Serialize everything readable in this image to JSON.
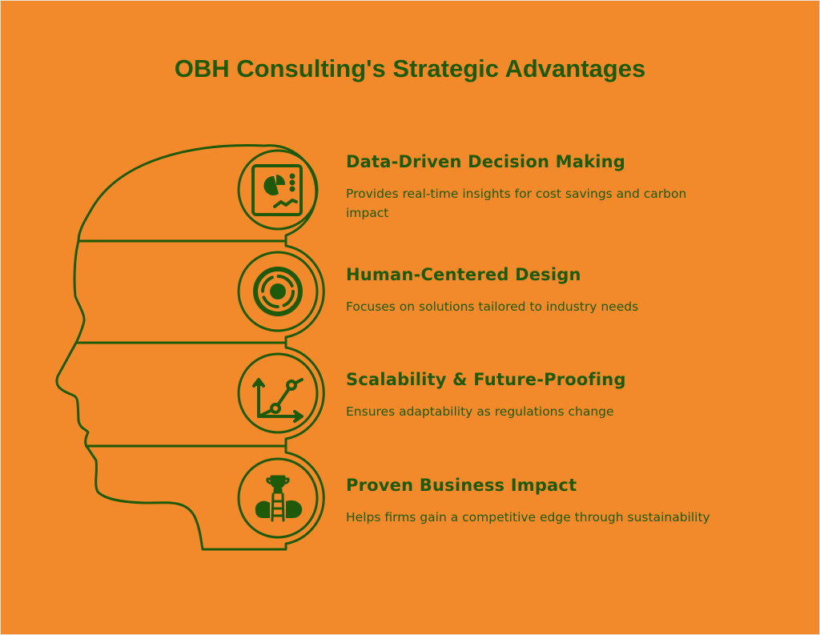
{
  "title": "OBH Consulting's Strategic Advantages",
  "colors": {
    "background": "#f28a2b",
    "accent": "#1e5a0a"
  },
  "items": [
    {
      "icon": "dashboard-chart-icon",
      "title": "Data-Driven Decision Making",
      "description": "Provides real-time insights for cost savings and carbon impact"
    },
    {
      "icon": "target-icon",
      "title": "Human-Centered Design",
      "description": "Focuses on solutions tailored to industry needs"
    },
    {
      "icon": "growth-graph-icon",
      "title": "Scalability & Future-Proofing",
      "description": "Ensures adaptability as regulations change"
    },
    {
      "icon": "trophy-ladder-icon",
      "title": "Proven Business Impact",
      "description": "Helps firms gain a competitive edge through sustainability"
    }
  ]
}
